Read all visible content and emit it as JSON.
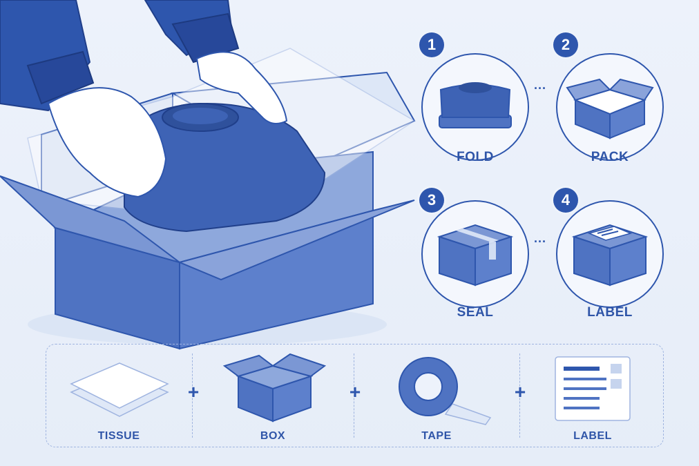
{
  "colors": {
    "primary": "#2e56ad",
    "light": "#dfe8f7",
    "background": "#e9eff9"
  },
  "steps": [
    {
      "number": "1",
      "label": "FOLD",
      "icon": "folded-sweater-icon"
    },
    {
      "number": "2",
      "label": "PACK",
      "icon": "open-box-with-tissue-icon"
    },
    {
      "number": "3",
      "label": "SEAL",
      "icon": "taped-box-icon"
    },
    {
      "number": "4",
      "label": "LABEL",
      "icon": "labeled-box-icon"
    }
  ],
  "supplies": [
    {
      "label": "TISSUE",
      "icon": "tissue-paper-icon"
    },
    {
      "label": "BOX",
      "icon": "open-box-icon"
    },
    {
      "label": "TAPE",
      "icon": "tape-roll-icon"
    },
    {
      "label": "LABEL",
      "icon": "shipping-label-icon"
    }
  ],
  "operator": "+"
}
